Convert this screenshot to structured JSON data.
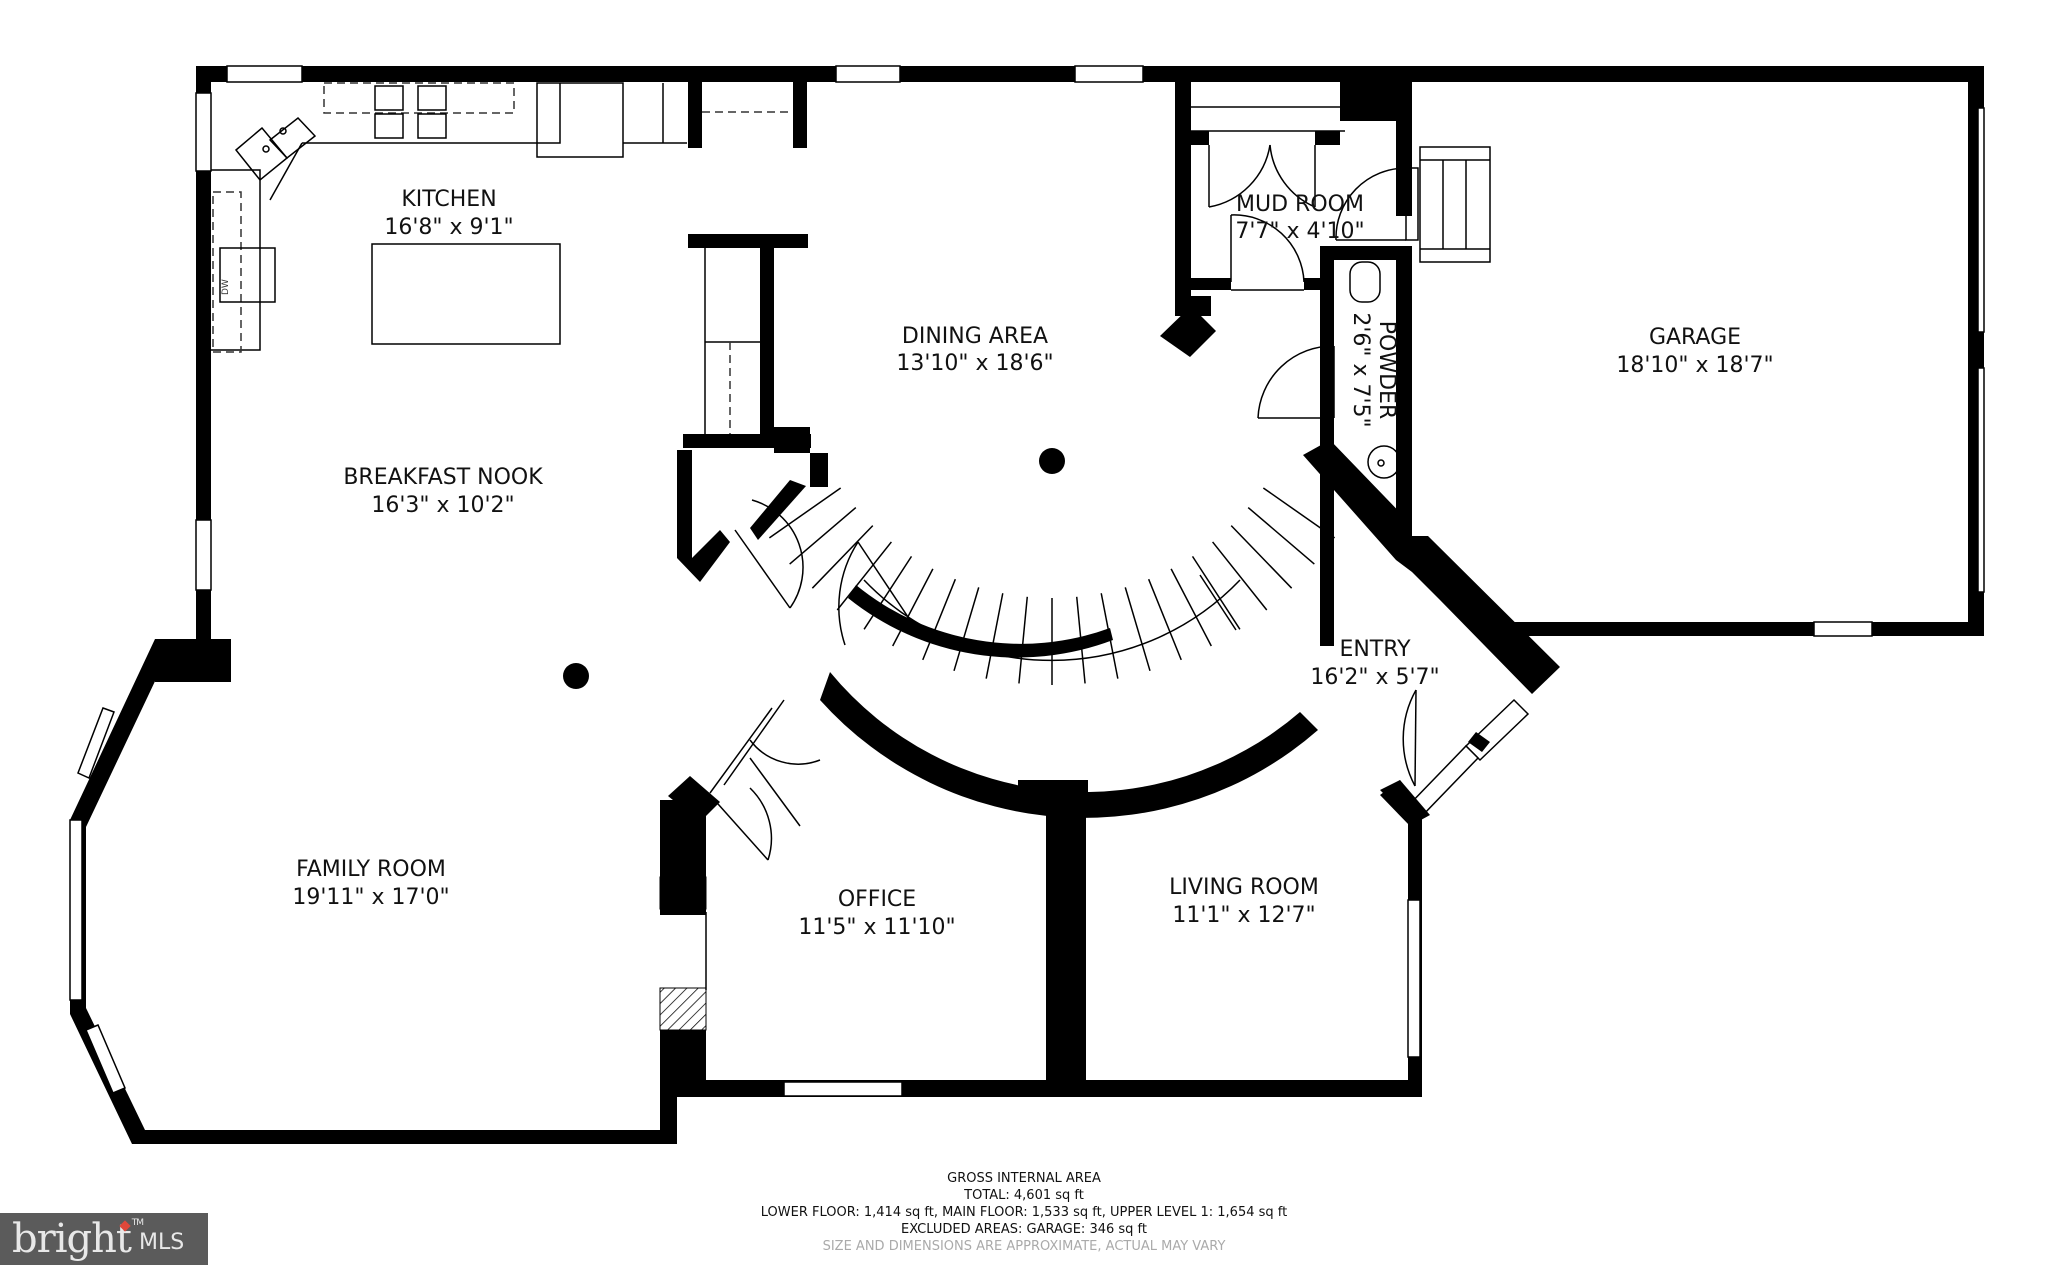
{
  "rooms": {
    "kitchen": {
      "name": "KITCHEN",
      "dims": "16'8\" x 9'1\""
    },
    "breakfast_nook": {
      "name": "BREAKFAST NOOK",
      "dims": "16'3\" x 10'2\""
    },
    "dining_area": {
      "name": "DINING AREA",
      "dims": "13'10\" x 18'6\""
    },
    "mud_room": {
      "name": "MUD ROOM",
      "dims": "7'7\" x 4'10\""
    },
    "powder": {
      "name": "POWDER",
      "dims": "2'6\" x 7'5\""
    },
    "garage": {
      "name": "GARAGE",
      "dims": "18'10\" x 18'7\""
    },
    "entry": {
      "name": "ENTRY",
      "dims": "16'2\" x 5'7\""
    },
    "family_room": {
      "name": "FAMILY ROOM",
      "dims": "19'11\" x 17'0\""
    },
    "office": {
      "name": "OFFICE",
      "dims": "11'5\" x 11'10\""
    },
    "living_room": {
      "name": "LIVING ROOM",
      "dims": "11'1\" x 12'7\""
    }
  },
  "fixtures": {
    "dishwasher": "DW"
  },
  "area_summary": {
    "title": "GROSS INTERNAL AREA",
    "total": "TOTAL: 4,601 sq ft",
    "floors": "LOWER FLOOR: 1,414 sq ft, MAIN FLOOR: 1,533 sq ft, UPPER LEVEL 1: 1,654 sq ft",
    "excluded": "EXCLUDED AREAS: GARAGE: 346 sq ft",
    "disclaimer": "SIZE AND DIMENSIONS ARE APPROXIMATE, ACTUAL MAY VARY"
  },
  "logo": {
    "brand": "bright",
    "suffix": "MLS",
    "trademark": "TM",
    "background": "#5b5b5b",
    "accent": "#e0483a"
  }
}
